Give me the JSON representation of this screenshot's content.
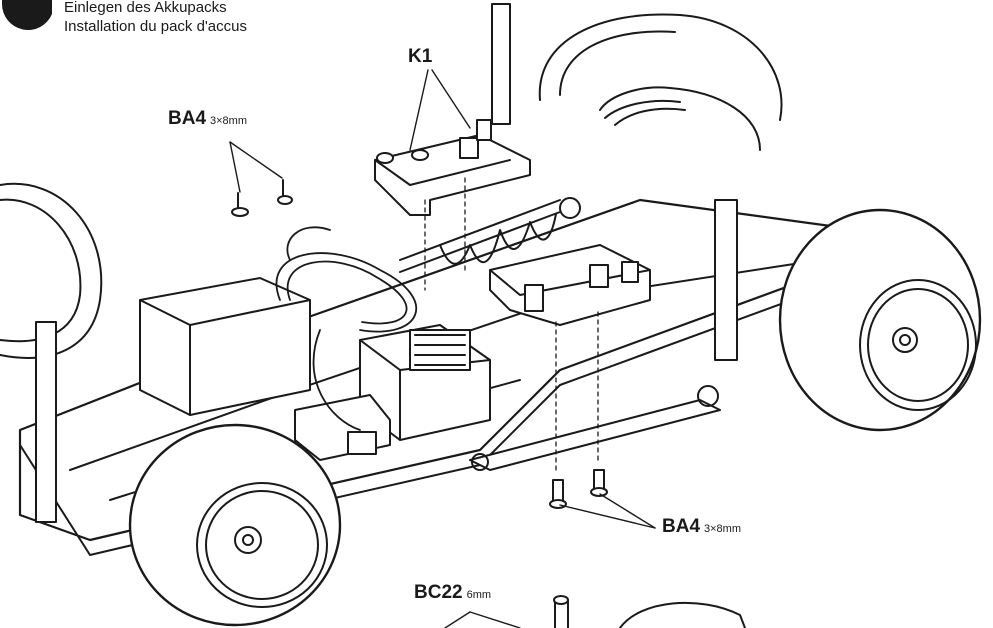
{
  "header": {
    "line_de": "Einlegen des Akkupacks",
    "line_fr": "Installation du pack d'accus"
  },
  "labels": {
    "k1": "K1",
    "ba4_top": {
      "part": "BA4",
      "size": "3×8mm"
    },
    "ba4_bottom": {
      "part": "BA4",
      "size": "3×8mm"
    },
    "bc22": {
      "part": "BC22",
      "size": "6mm"
    }
  },
  "colors": {
    "ink": "#1a1a1a",
    "paper": "#ffffff"
  }
}
